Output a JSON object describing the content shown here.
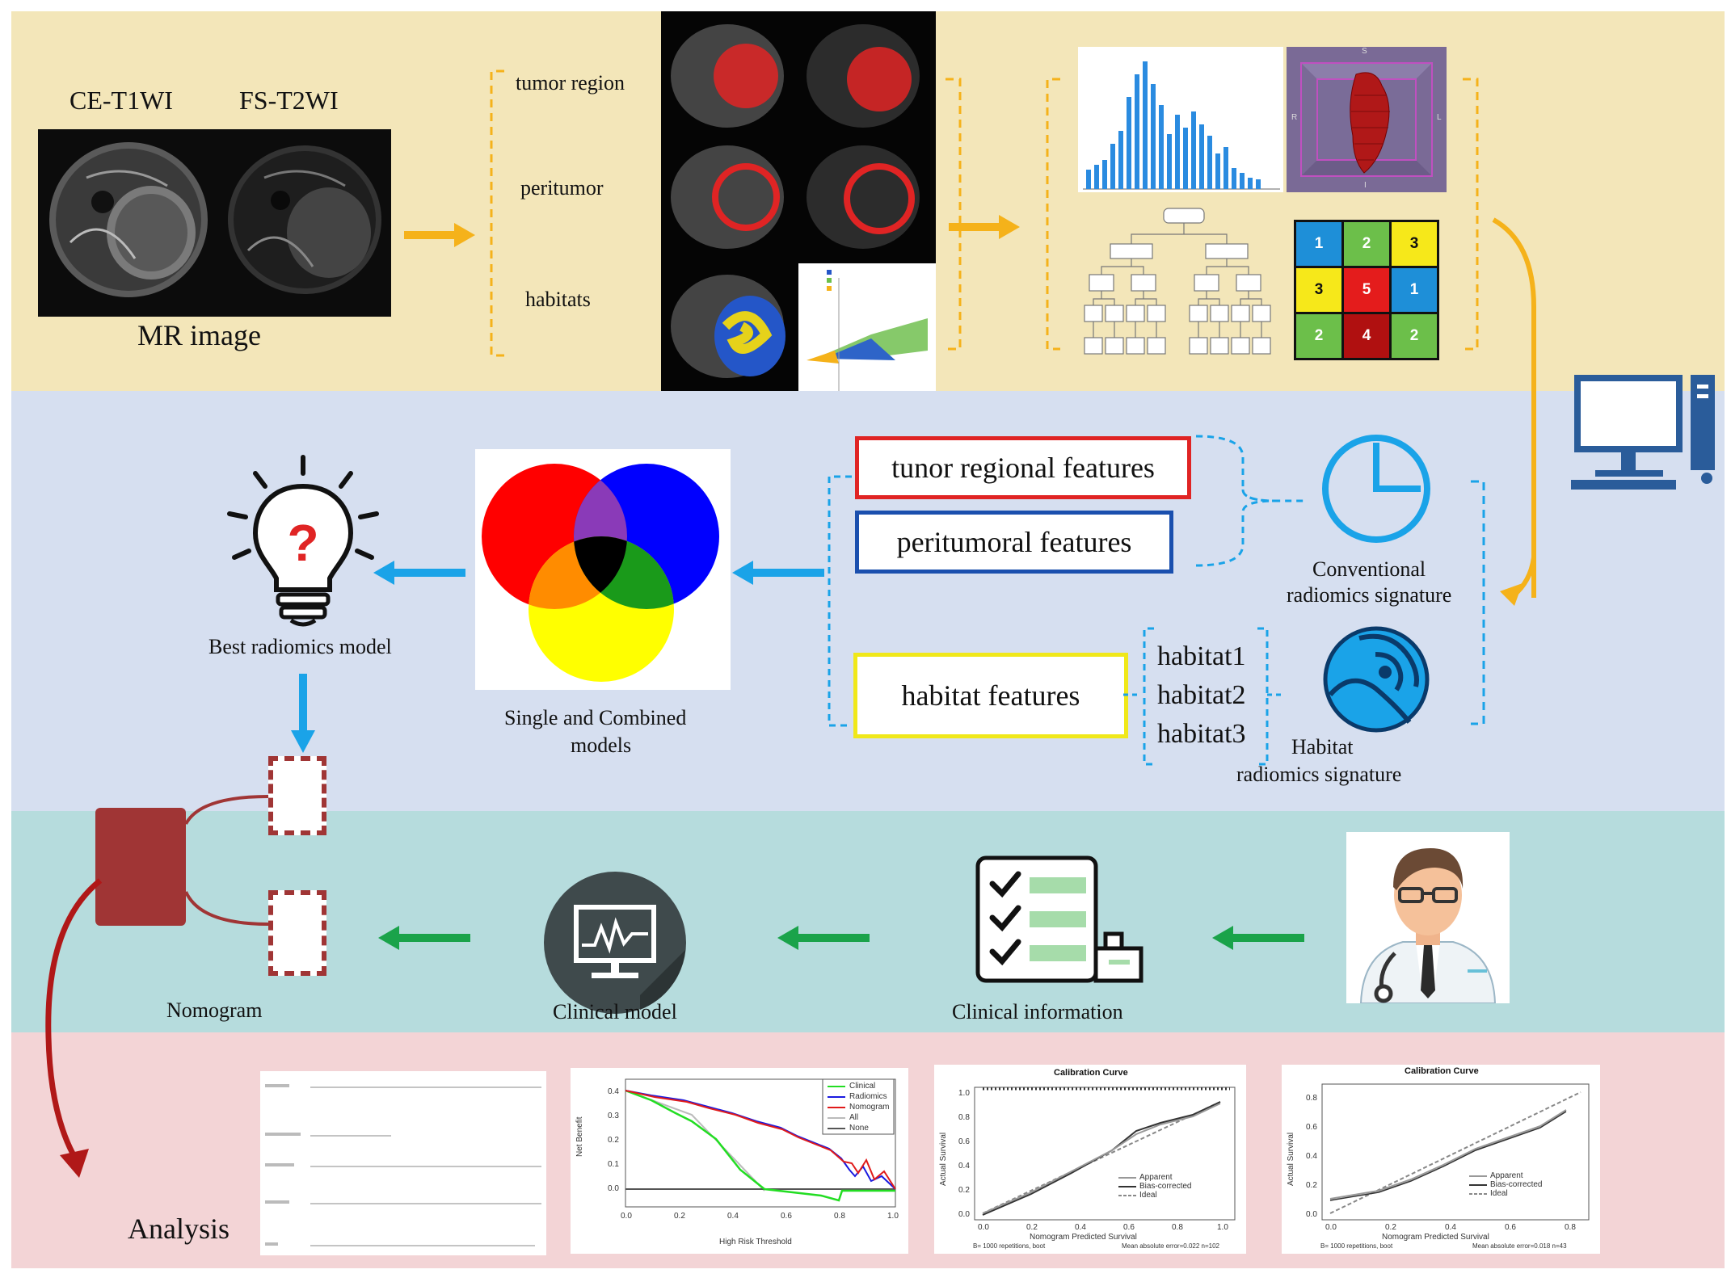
{
  "colors": {
    "band_top": "#f3e6b9",
    "band_middle": "#d6dff0",
    "band_clinical": "#b6dcdd",
    "band_analysis": "#f3d4d6",
    "arrow_orange": "#f5b21a",
    "arrow_blue": "#1aa3e8",
    "arrow_green": "#1aa34a",
    "arrow_darkred": "#b01818",
    "nomogram_red": "#a03535"
  },
  "mr": {
    "ce_label": "CE-T1WI",
    "fs_label": "FS-T2WI",
    "caption": "MR image"
  },
  "regions": {
    "tumor": "tumor region",
    "peritumor": "peritumor",
    "habitats": "habitats"
  },
  "features": {
    "tumor": "tunor regional features",
    "peritumor": "peritumoral features",
    "habitat": "habitat features",
    "habitat_items": [
      "habitat1",
      "habitat2",
      "habitat3"
    ]
  },
  "signatures": {
    "conventional_line1": "Conventional",
    "conventional_line2": "radiomics signature",
    "habitat_line1": "Habitat",
    "habitat_line2": "radiomics signature"
  },
  "models": {
    "venn_line1": "Single and Combined",
    "venn_line2": "models",
    "best": "Best radiomics model",
    "nomogram": "Nomogram",
    "clinical_model": "Clinical model",
    "clinical_info": "Clinical information",
    "analysis": "Analysis"
  },
  "grid_cells": [
    {
      "value": "1",
      "color": "#1e8fd8"
    },
    {
      "value": "2",
      "color": "#6cbf4a"
    },
    {
      "value": "3",
      "color": "#f6e81a"
    },
    {
      "value": "3",
      "color": "#f6e81a"
    },
    {
      "value": "5",
      "color": "#e41c1c"
    },
    {
      "value": "1",
      "color": "#1e8fd8"
    },
    {
      "value": "2",
      "color": "#6cbf4a"
    },
    {
      "value": "4",
      "color": "#b01010"
    },
    {
      "value": "2",
      "color": "#6cbf4a"
    }
  ],
  "cube_axes": [
    "S",
    "R",
    "L",
    "I"
  ],
  "dca": {
    "xlabel": "High Risk Threshold",
    "ylabel": "Net Benefit",
    "xticks": [
      "0.0",
      "0.2",
      "0.4",
      "0.6",
      "0.8",
      "1.0"
    ],
    "yticks": [
      "0.0",
      "0.1",
      "0.2",
      "0.3",
      "0.4"
    ],
    "legend": [
      "Clinical",
      "Radiomics",
      "Nomogram",
      "All",
      "None"
    ]
  },
  "calibration": [
    {
      "title": "Calibration Curve",
      "xlabel": "Nomogram Predicted Survival",
      "ylabel": "Actual Survival",
      "xticks": [
        "0.0",
        "0.2",
        "0.4",
        "0.6",
        "0.8",
        "1.0"
      ],
      "yticks": [
        "0.0",
        "0.2",
        "0.4",
        "0.6",
        "0.8",
        "1.0"
      ],
      "legend": [
        "Apparent",
        "Bias-corrected",
        "Ideal"
      ],
      "footer_left": "B= 1000 repetitions, boot",
      "footer_right": "Mean absolute error=0.022 n=102"
    },
    {
      "title": "Calibration Curve",
      "xlabel": "Nomogram Predicted Survival",
      "ylabel": "Actual Survival",
      "xticks": [
        "0.0",
        "0.2",
        "0.4",
        "0.6",
        "0.8"
      ],
      "yticks": [
        "0.0",
        "0.2",
        "0.4",
        "0.6",
        "0.8"
      ],
      "legend": [
        "Apparent",
        "Bias-corrected",
        "Ideal"
      ],
      "footer_left": "B= 1000 repetitions, boot",
      "footer_right": "Mean absolute error=0.018 n=43"
    }
  ]
}
